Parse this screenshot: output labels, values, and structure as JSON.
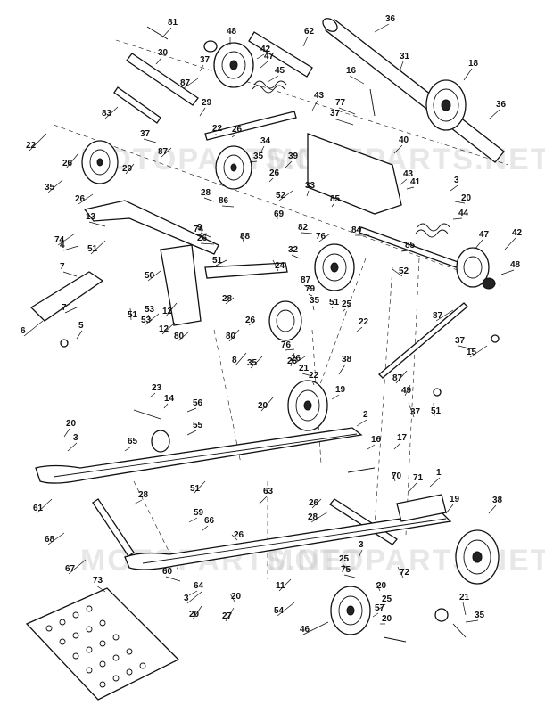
{
  "diagram": {
    "watermark_text": "MOTOPARTS.NET",
    "callouts": [
      "81",
      "48",
      "62",
      "36",
      "30",
      "37",
      "47",
      "42",
      "45",
      "87",
      "31",
      "16",
      "18",
      "83",
      "29",
      "43",
      "77",
      "37",
      "22",
      "26",
      "37",
      "87",
      "22",
      "26",
      "34",
      "40",
      "36",
      "29",
      "35",
      "35",
      "39",
      "43",
      "41",
      "3",
      "20",
      "26",
      "26",
      "28",
      "33",
      "52",
      "86",
      "13",
      "85",
      "44",
      "74",
      "74",
      "88",
      "69",
      "82",
      "76",
      "84",
      "47",
      "42",
      "4",
      "51",
      "9",
      "26",
      "85",
      "24",
      "51",
      "32",
      "52",
      "48",
      "7",
      "50",
      "87",
      "79",
      "35",
      "51",
      "25",
      "28",
      "12",
      "53",
      "12",
      "80",
      "80",
      "26",
      "22",
      "87",
      "6",
      "5",
      "7",
      "53",
      "51",
      "76",
      "26",
      "37",
      "8",
      "35",
      "26",
      "21",
      "22",
      "38",
      "15",
      "87",
      "49",
      "23",
      "14",
      "56",
      "20",
      "19",
      "37",
      "51",
      "20",
      "55",
      "2",
      "3",
      "65",
      "16",
      "17",
      "70",
      "1",
      "61",
      "71",
      "19",
      "38",
      "26",
      "51",
      "28",
      "28",
      "59",
      "63",
      "68",
      "66",
      "26",
      "67",
      "3",
      "25",
      "75",
      "20",
      "72",
      "73",
      "60",
      "64",
      "11",
      "54",
      "21",
      "3",
      "20",
      "20",
      "27",
      "25",
      "57",
      "20",
      "35",
      "46"
    ]
  }
}
